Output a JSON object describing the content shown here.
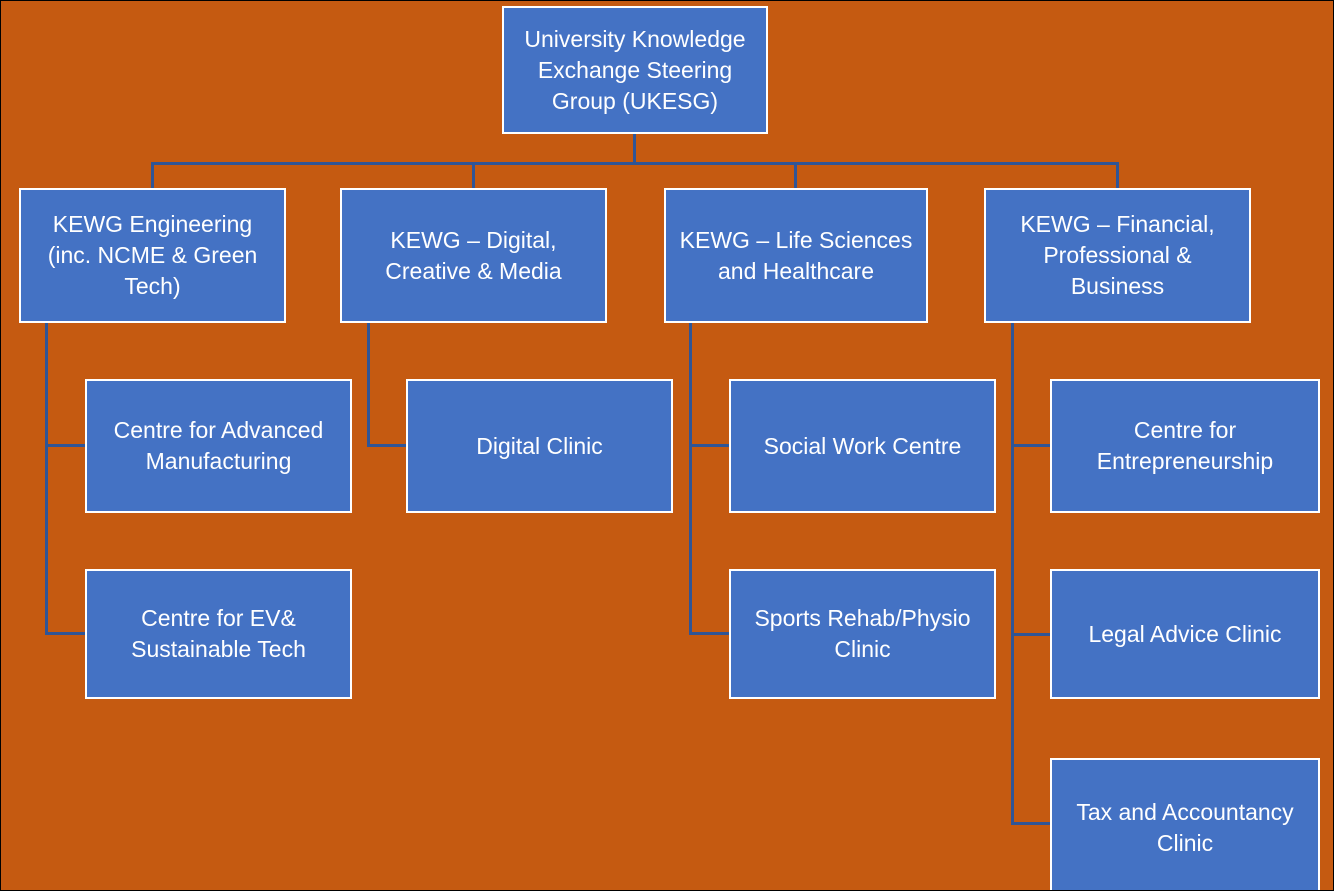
{
  "colors": {
    "background": "#C55A11",
    "node_fill": "#4472C4",
    "node_border": "#FFFFFF",
    "connector": "#2F5597",
    "text": "#FFFFFF"
  },
  "diagram": {
    "type": "org-chart",
    "root": "ukesg",
    "edges": [
      [
        "ukesg",
        "engineering"
      ],
      [
        "ukesg",
        "digital"
      ],
      [
        "ukesg",
        "life_sciences"
      ],
      [
        "ukesg",
        "financial"
      ],
      [
        "engineering",
        "advanced_manufacturing"
      ],
      [
        "engineering",
        "ev_sustainable"
      ],
      [
        "digital",
        "digital_clinic"
      ],
      [
        "life_sciences",
        "social_work"
      ],
      [
        "life_sciences",
        "sports_rehab"
      ],
      [
        "financial",
        "entrepreneurship"
      ],
      [
        "financial",
        "legal_advice"
      ],
      [
        "financial",
        "tax_accountancy"
      ]
    ]
  },
  "nodes": {
    "ukesg": {
      "label": "University Knowledge\nExchange Steering\nGroup (UKESG)"
    },
    "engineering": {
      "label": "KEWG Engineering\n(inc. NCME & Green\nTech)"
    },
    "digital": {
      "label": "KEWG – Digital,\nCreative & Media"
    },
    "life_sciences": {
      "label": "KEWG – Life Sciences\nand Healthcare"
    },
    "financial": {
      "label": "KEWG – Financial,\nProfessional &\nBusiness"
    },
    "advanced_manufacturing": {
      "label": "Centre for Advanced\nManufacturing"
    },
    "digital_clinic": {
      "label": "Digital Clinic"
    },
    "social_work": {
      "label": "Social Work Centre"
    },
    "entrepreneurship": {
      "label": "Centre for\nEntrepreneurship"
    },
    "ev_sustainable": {
      "label": "Centre for EV&\nSustainable Tech"
    },
    "sports_rehab": {
      "label": "Sports Rehab/Physio\nClinic"
    },
    "legal_advice": {
      "label": "Legal Advice Clinic"
    },
    "tax_accountancy": {
      "label": "Tax and Accountancy\nClinic"
    }
  }
}
